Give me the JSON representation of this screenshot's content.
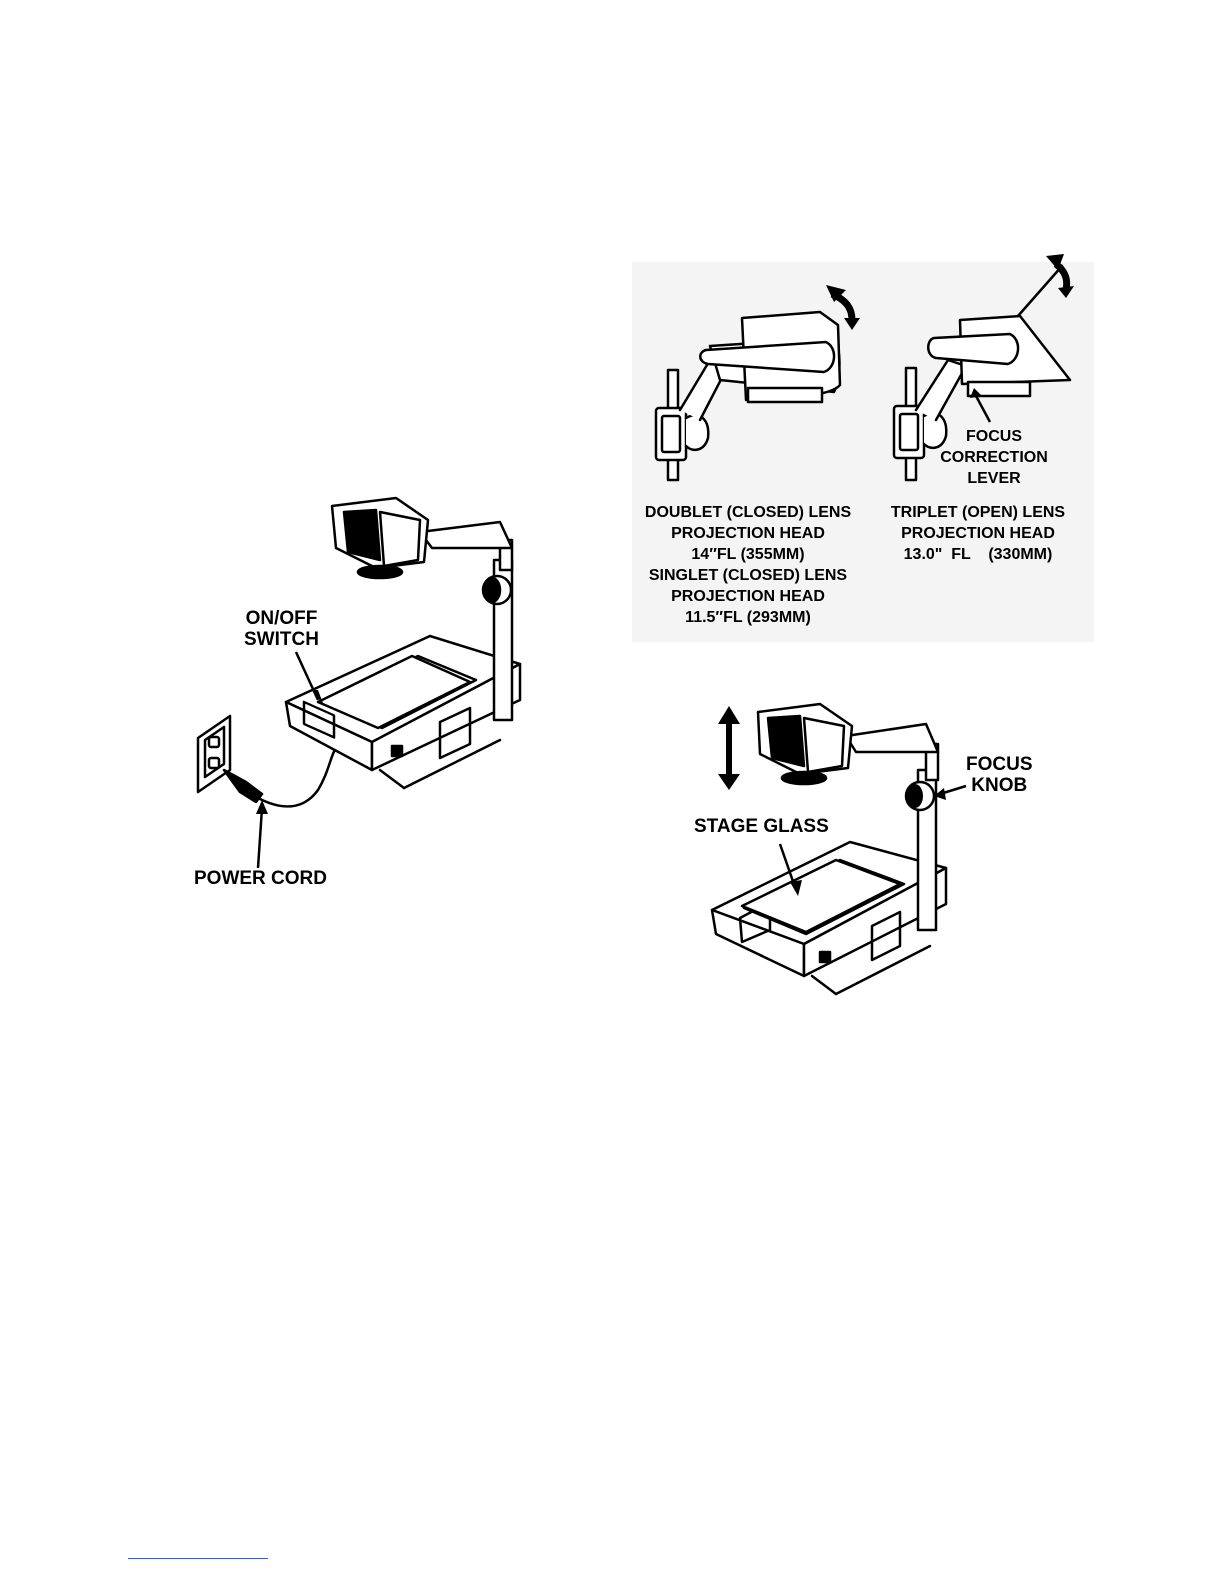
{
  "labels": {
    "on_off_switch": [
      "ON/OFF",
      "SWITCH"
    ],
    "power_cord": "POWER CORD",
    "focus_correction_lever": [
      "FOCUS",
      "CORRECTION",
      "LEVER"
    ],
    "doublet_caption": [
      "DOUBLET (CLOSED) LENS",
      "PROJECTION HEAD",
      "14″FL (355MM)",
      "SINGLET (CLOSED) LENS",
      "PROJECTION HEAD",
      "11.5″FL (293MM)"
    ],
    "triplet_caption": [
      "TRIPLET (OPEN) LENS",
      "PROJECTION HEAD",
      "13.0\"  FL    (330MM)"
    ],
    "focus_knob": [
      "FOCUS",
      "KNOB"
    ],
    "stage_glass": "STAGE GLASS"
  },
  "colors": {
    "ink": "#000000",
    "panel_shade": "#f4f4f4",
    "footer_rule": "#3b5bdb"
  }
}
